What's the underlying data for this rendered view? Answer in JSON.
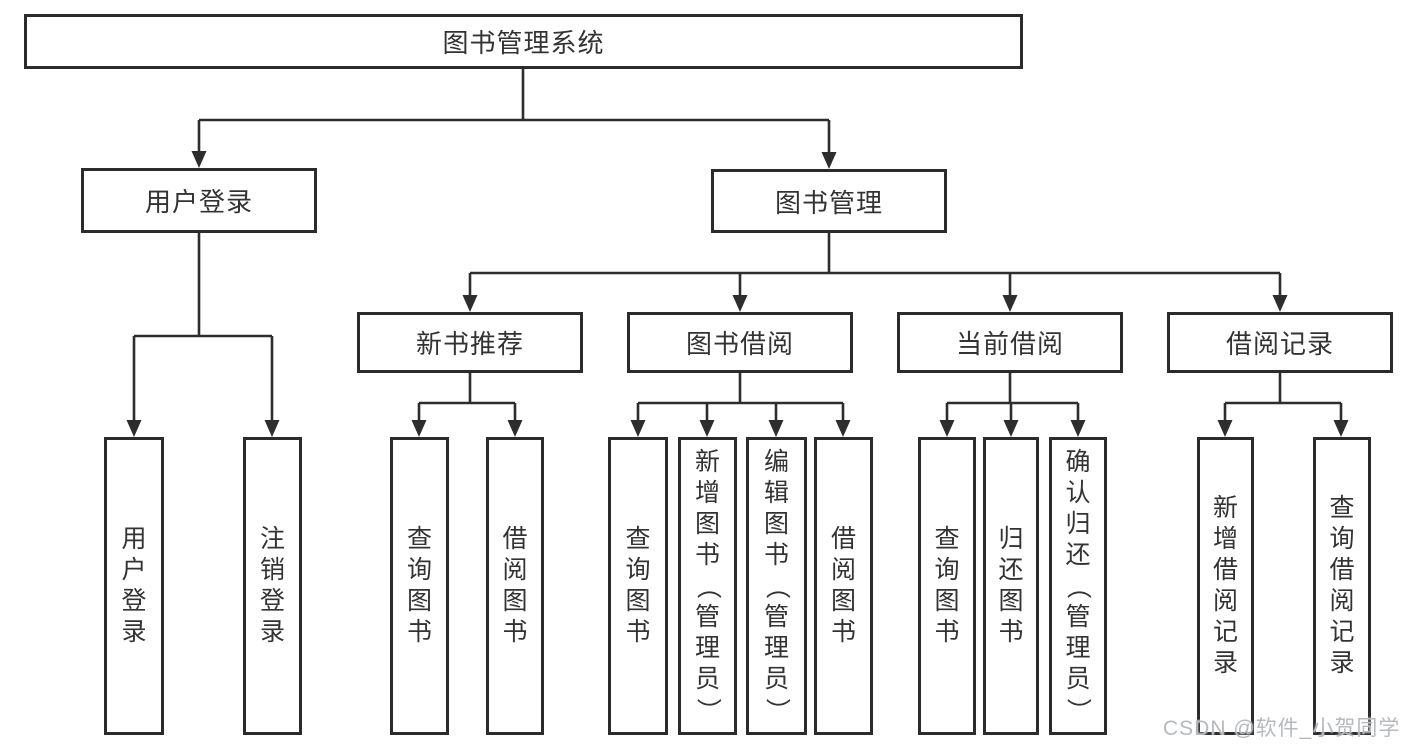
{
  "diagram": {
    "root": {
      "label": "图书管理系统"
    },
    "branches": [
      {
        "label": "用户登录",
        "children": [
          {
            "label": "用户登录"
          },
          {
            "label": "注销登录"
          }
        ]
      },
      {
        "label": "图书管理",
        "children": [
          {
            "label": "新书推荐",
            "children": [
              {
                "label": "查询图书"
              },
              {
                "label": "借阅图书"
              }
            ]
          },
          {
            "label": "图书借阅",
            "children": [
              {
                "label": "查询图书"
              },
              {
                "label": "新增图书（管理员）"
              },
              {
                "label": "编辑图书（管理员）"
              },
              {
                "label": "借阅图书"
              }
            ]
          },
          {
            "label": "当前借阅",
            "children": [
              {
                "label": "查询图书"
              },
              {
                "label": "归还图书"
              },
              {
                "label": "确认归还（管理员）"
              }
            ]
          },
          {
            "label": "借阅记录",
            "children": [
              {
                "label": "新增借阅记录"
              },
              {
                "label": "查询借阅记录"
              }
            ]
          }
        ]
      }
    ]
  },
  "watermark": {
    "text": "CSDN @软件_小贺同学"
  },
  "colors": {
    "line": "#2d2d2d",
    "box_border": "#2b2b2b",
    "text": "#333333",
    "watermark": "#b6b9bd",
    "background": "#ffffff"
  }
}
